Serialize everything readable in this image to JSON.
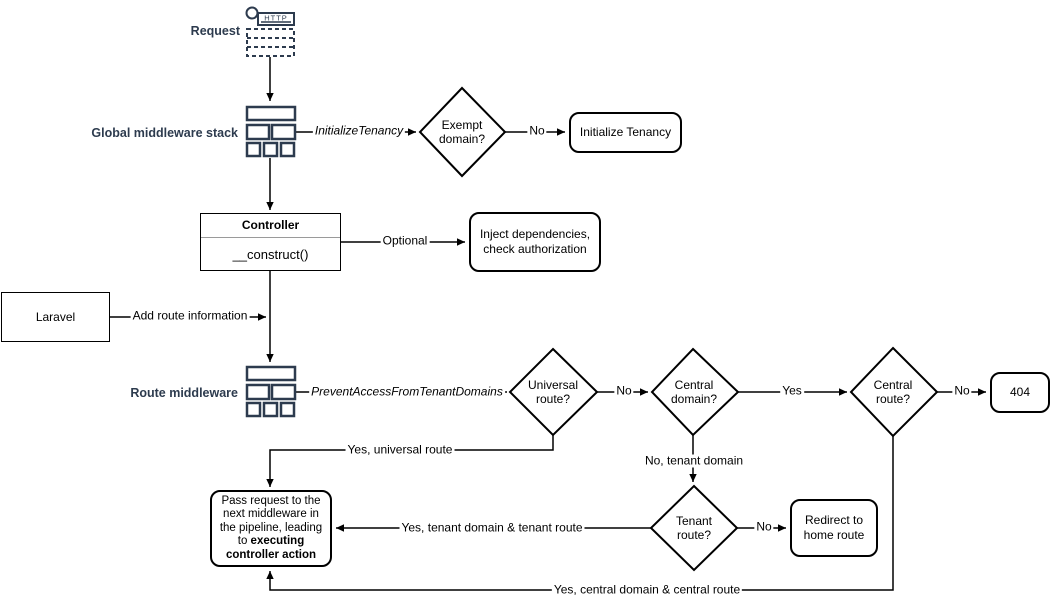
{
  "colors": {
    "accent": "#2d3b4e",
    "line": "#000000",
    "node_border": "#000000",
    "background": "#ffffff"
  },
  "side_labels": {
    "request": "Request",
    "global_stack": "Global middleware stack",
    "route_middleware": "Route middleware"
  },
  "request_icon": {
    "protocol": "HTTP"
  },
  "nodes": {
    "laravel": {
      "label": "Laravel"
    },
    "controller": {
      "title": "Controller",
      "member": "__construct()"
    },
    "initialize_tenancy": {
      "label": "Initialize Tenancy"
    },
    "inject_dependencies": {
      "line1": "Inject dependencies,",
      "line2": "check authorization"
    },
    "http_404": {
      "label": "404"
    },
    "redirect_home": {
      "line1": "Redirect to",
      "line2": "home route"
    },
    "pass_request": {
      "text": "Pass request to the next middleware in the pipeline, leading to ",
      "bold": "executing controller action"
    }
  },
  "decisions": {
    "exempt_domain": {
      "line1": "Exempt",
      "line2": "domain?"
    },
    "universal_route": {
      "line1": "Universal",
      "line2": "route?"
    },
    "central_domain": {
      "line1": "Central",
      "line2": "domain?"
    },
    "central_route": {
      "line1": "Central",
      "line2": "route?"
    },
    "tenant_route": {
      "line1": "Tenant",
      "line2": "route?"
    }
  },
  "edge_labels": {
    "initialize_tenancy_middleware": "InitializeTenancy",
    "exempt_no": "No",
    "optional": "Optional",
    "add_route_information": "Add route information",
    "prevent_access_middleware": "PreventAccessFromTenantDomains",
    "universal_no": "No",
    "central_domain_yes": "Yes",
    "central_route_no": "No",
    "universal_yes": "Yes, universal route",
    "tenant_domain_no": "No, tenant domain",
    "tenant_route_no": "No",
    "tenant_route_yes": "Yes, tenant domain & tenant route",
    "central_route_yes": "Yes, central domain & central route"
  }
}
